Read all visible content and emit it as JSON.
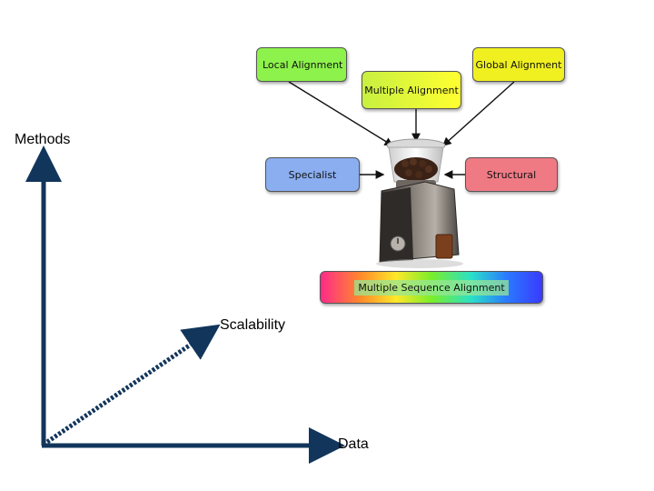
{
  "axes": {
    "y_label": "Methods",
    "x_label": "Data",
    "diagonal_label": "Scalability"
  },
  "boxes": {
    "local": "Local Alignment",
    "global": "Global Alignment",
    "multiple": "Multiple Alignment",
    "specialist": "Specialist",
    "structural": "Structural",
    "msa": "Multiple Sequence Alignment"
  },
  "colors": {
    "axis": "#12355b",
    "local_box": "#8df24b",
    "global_box": "#f0f020",
    "multiple_box_start": "#c8f040",
    "multiple_box_end": "#ffff30",
    "specialist_box": "#8aaef0",
    "structural_box": "#f07a84"
  },
  "icons": [
    "coffee-grinder-image"
  ]
}
